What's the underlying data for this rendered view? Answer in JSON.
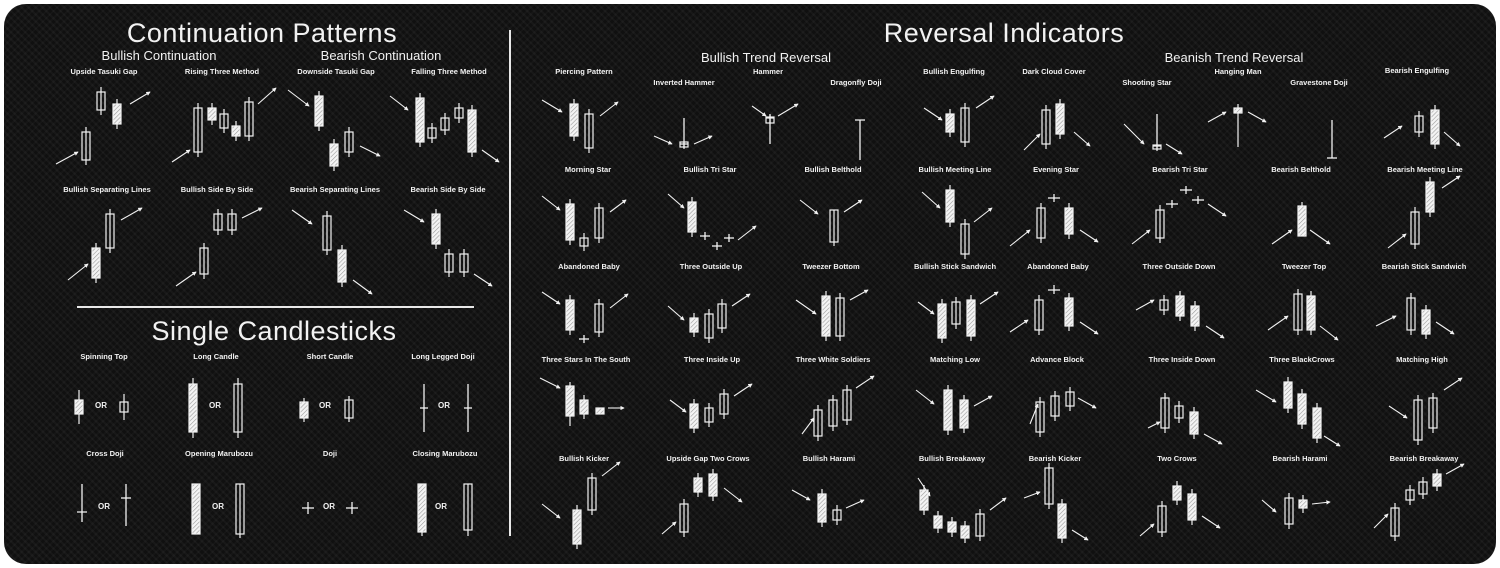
{
  "headings": {
    "continuation": "Continuation Patterns",
    "reversal": "Reversal Indicators",
    "single": "Single Candlesticks",
    "bullish_continuation": "Bullish Continuation",
    "bearish_continuation": "Bearish Continuation",
    "bullish_reversal": "Bullish Trend Reversal",
    "bearish_reversal": "Beanish Trend Reversal"
  },
  "or_text": "OR",
  "continuation_patterns": [
    "Upside Tasuki Gap",
    "Rising Three Method",
    "Downside Tasuki Gap",
    "Falling Three Method",
    "Bullish Separating Lines",
    "Bullish Side By Side",
    "Bearish Separating Lines",
    "Bearish Side By Side"
  ],
  "single_candles": [
    "Spinning Top",
    "Long Candle",
    "Short Candle",
    "Long Legged Doji",
    "Cross Doji",
    "Opening Marubozu",
    "Doji",
    "Closing Marubozu"
  ],
  "reversal_patterns": [
    "Piercing Pattern",
    "Inverted Hammer",
    "Hammer",
    "Dragonfly Doji",
    "Bullish Engulfing",
    "Dark Cloud Cover",
    "Shooting Star",
    "Hanging Man",
    "Gravestone Doji",
    "Bearish Engulfing",
    "Morning Star",
    "Bullish Tri Star",
    "Bullish Belthold",
    "Bullish Meeting Line",
    "Evening Star",
    "Bearish Tri Star",
    "Bearish Belthold",
    "Bearish Meeting Line",
    "Abandoned Baby",
    "Three Outside Up",
    "Tweezer Bottom",
    "Bullish Stick Sandwich",
    "Abandoned Baby",
    "Three Outside Down",
    "Tweezer Top",
    "Bearish Stick Sandwich",
    "Three Stars In The South",
    "Three Inside Up",
    "Three White Soldiers",
    "Matching Low",
    "Advance Block",
    "Three Inside Down",
    "Three BlackCrows",
    "Matching High",
    "Bullish Kicker",
    "Upside Gap Two Crows",
    "Bullish Harami",
    "Bullish Breakaway",
    "Bearish Kicker",
    "Two Crows",
    "Bearish Harami",
    "Bearish Breakaway"
  ]
}
